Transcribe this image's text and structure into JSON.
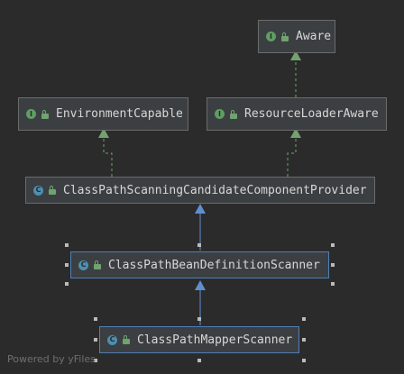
{
  "diagram": {
    "nodes": {
      "aware": {
        "label": "Aware",
        "kind": "interface",
        "icon": "interface-icon"
      },
      "environmentCapable": {
        "label": "EnvironmentCapable",
        "kind": "interface",
        "icon": "interface-icon"
      },
      "resourceLoaderAware": {
        "label": "ResourceLoaderAware",
        "kind": "interface",
        "icon": "interface-icon"
      },
      "provider": {
        "label": "ClassPathScanningCandidateComponentProvider",
        "kind": "class",
        "icon": "class-icon"
      },
      "beanScanner": {
        "label": "ClassPathBeanDefinitionScanner",
        "kind": "class",
        "icon": "class-icon"
      },
      "mapperScanner": {
        "label": "ClassPathMapperScanner",
        "kind": "class",
        "icon": "class-icon"
      }
    },
    "edges": [
      {
        "from": "ResourceLoaderAware",
        "to": "Aware",
        "type": "implements"
      },
      {
        "from": "ClassPathScanningCandidateComponentProvider",
        "to": "EnvironmentCapable",
        "type": "implements"
      },
      {
        "from": "ClassPathScanningCandidateComponentProvider",
        "to": "ResourceLoaderAware",
        "type": "implements"
      },
      {
        "from": "ClassPathBeanDefinitionScanner",
        "to": "ClassPathScanningCandidateComponentProvider",
        "type": "extends"
      },
      {
        "from": "ClassPathMapperScanner",
        "to": "ClassPathBeanDefinitionScanner",
        "type": "extends"
      }
    ],
    "colors": {
      "background": "#2b2b2b",
      "node_fill": "#3c3f41",
      "node_border": "#6b6b6b",
      "selected_border": "#4f7fb5",
      "implements_arrow": "#6fa36f",
      "extends_arrow": "#5f8fd1",
      "text": "#d7d7d7"
    }
  },
  "footer": {
    "text": "Powered by yFiles"
  }
}
